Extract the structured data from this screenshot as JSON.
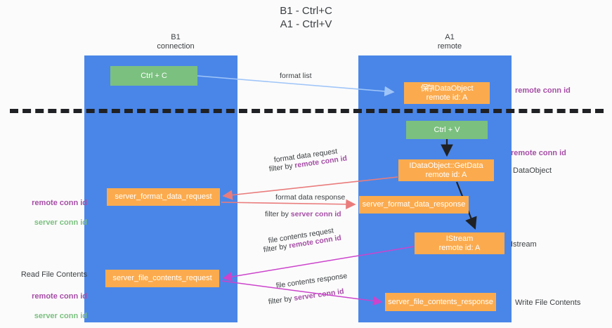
{
  "title": "B1 - Ctrl+C\nA1 - Ctrl+V",
  "columns": {
    "left": "B1\nconnection",
    "right": "A1\nremote"
  },
  "nodes": {
    "ctrl_c": "Ctrl + C",
    "store_dataobject_prefix": "保存",
    "store_dataobject": "IDataObject\nremote id: A",
    "ctrl_v": "Ctrl + V",
    "getdata": "IDataObject::GetData\nremote id: A",
    "server_format_data_request": "server_format_data_request",
    "server_format_data_response": "server_format_data_response",
    "istream": "IStream\nremote id: A",
    "server_file_contents_request": "server_file_contents_request",
    "server_file_contents_response": "server_file_contents_response"
  },
  "edge_labels": {
    "format_list": "format list",
    "format_data_request": "format data request",
    "format_data_request_filter_prefix": "filter by ",
    "format_data_request_filter_key": "remote conn id",
    "format_data_response": "format data response",
    "format_data_response_filter_prefix": "filter by ",
    "format_data_response_filter_key": "server conn id",
    "file_contents_request": "file contents request",
    "file_contents_request_filter_prefix": "filter by ",
    "file_contents_request_filter_key": "remote conn id",
    "file_contents_response": "file contents response",
    "file_contents_response_filter_prefix": "filter by ",
    "file_contents_response_filter_key": "server conn id"
  },
  "annotations": {
    "remote_conn_id_top": "remote conn id",
    "remote_conn_id_mid": "remote conn id",
    "dataobject": "DataObject",
    "istream": "Istream",
    "write_file_contents": "Write File Contents",
    "read_file_contents": "Read File Contents",
    "left_remote_conn_id": "remote conn id",
    "left_server_conn_id": "server conn id",
    "left_remote_conn_id_2": "remote conn id",
    "left_server_conn_id_2": "server conn id"
  },
  "colors": {
    "lane": "#4a86e8",
    "node_green": "#7bc07f",
    "node_orange": "#fbab4e",
    "key_purple": "#a64ea6",
    "key_green": "#7bc07f",
    "edge_blue": "#9fc5f8",
    "edge_red": "#ea7c7c",
    "edge_magenta": "#cc44cc",
    "edge_black": "#202124",
    "divider": "#202124"
  }
}
